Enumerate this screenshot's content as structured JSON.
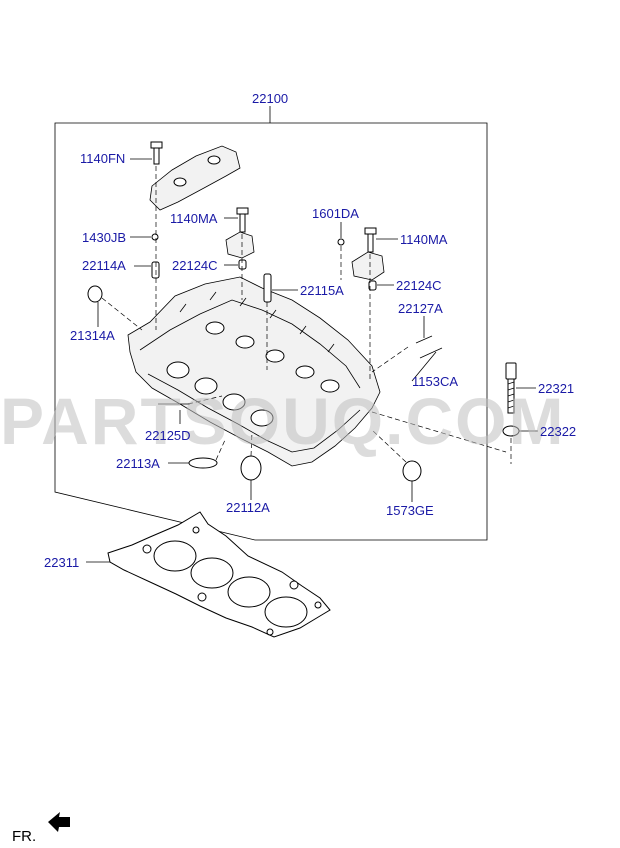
{
  "labels": {
    "p22100": "22100",
    "p1140FN": "1140FN",
    "p1140MA_a": "1140MA",
    "p1601DA": "1601DA",
    "p1140MA_b": "1140MA",
    "p1430JB": "1430JB",
    "p22114A": "22114A",
    "p22124C_a": "22124C",
    "p22124C_b": "22124C",
    "p22115A": "22115A",
    "p22127A": "22127A",
    "p21314A": "21314A",
    "p1153CA": "1153CA",
    "p22321": "22321",
    "p22125D": "22125D",
    "p22322": "22322",
    "p22113A": "22113A",
    "p22112A": "22112A",
    "p1573GE": "1573GE",
    "p22311": "22311"
  },
  "watermark": "PARTSOUQ.COM",
  "direction": {
    "label": "FR."
  },
  "colors": {
    "label": "#1a1aa6",
    "lines": "#000000",
    "watermark": "#bfbfbf"
  }
}
